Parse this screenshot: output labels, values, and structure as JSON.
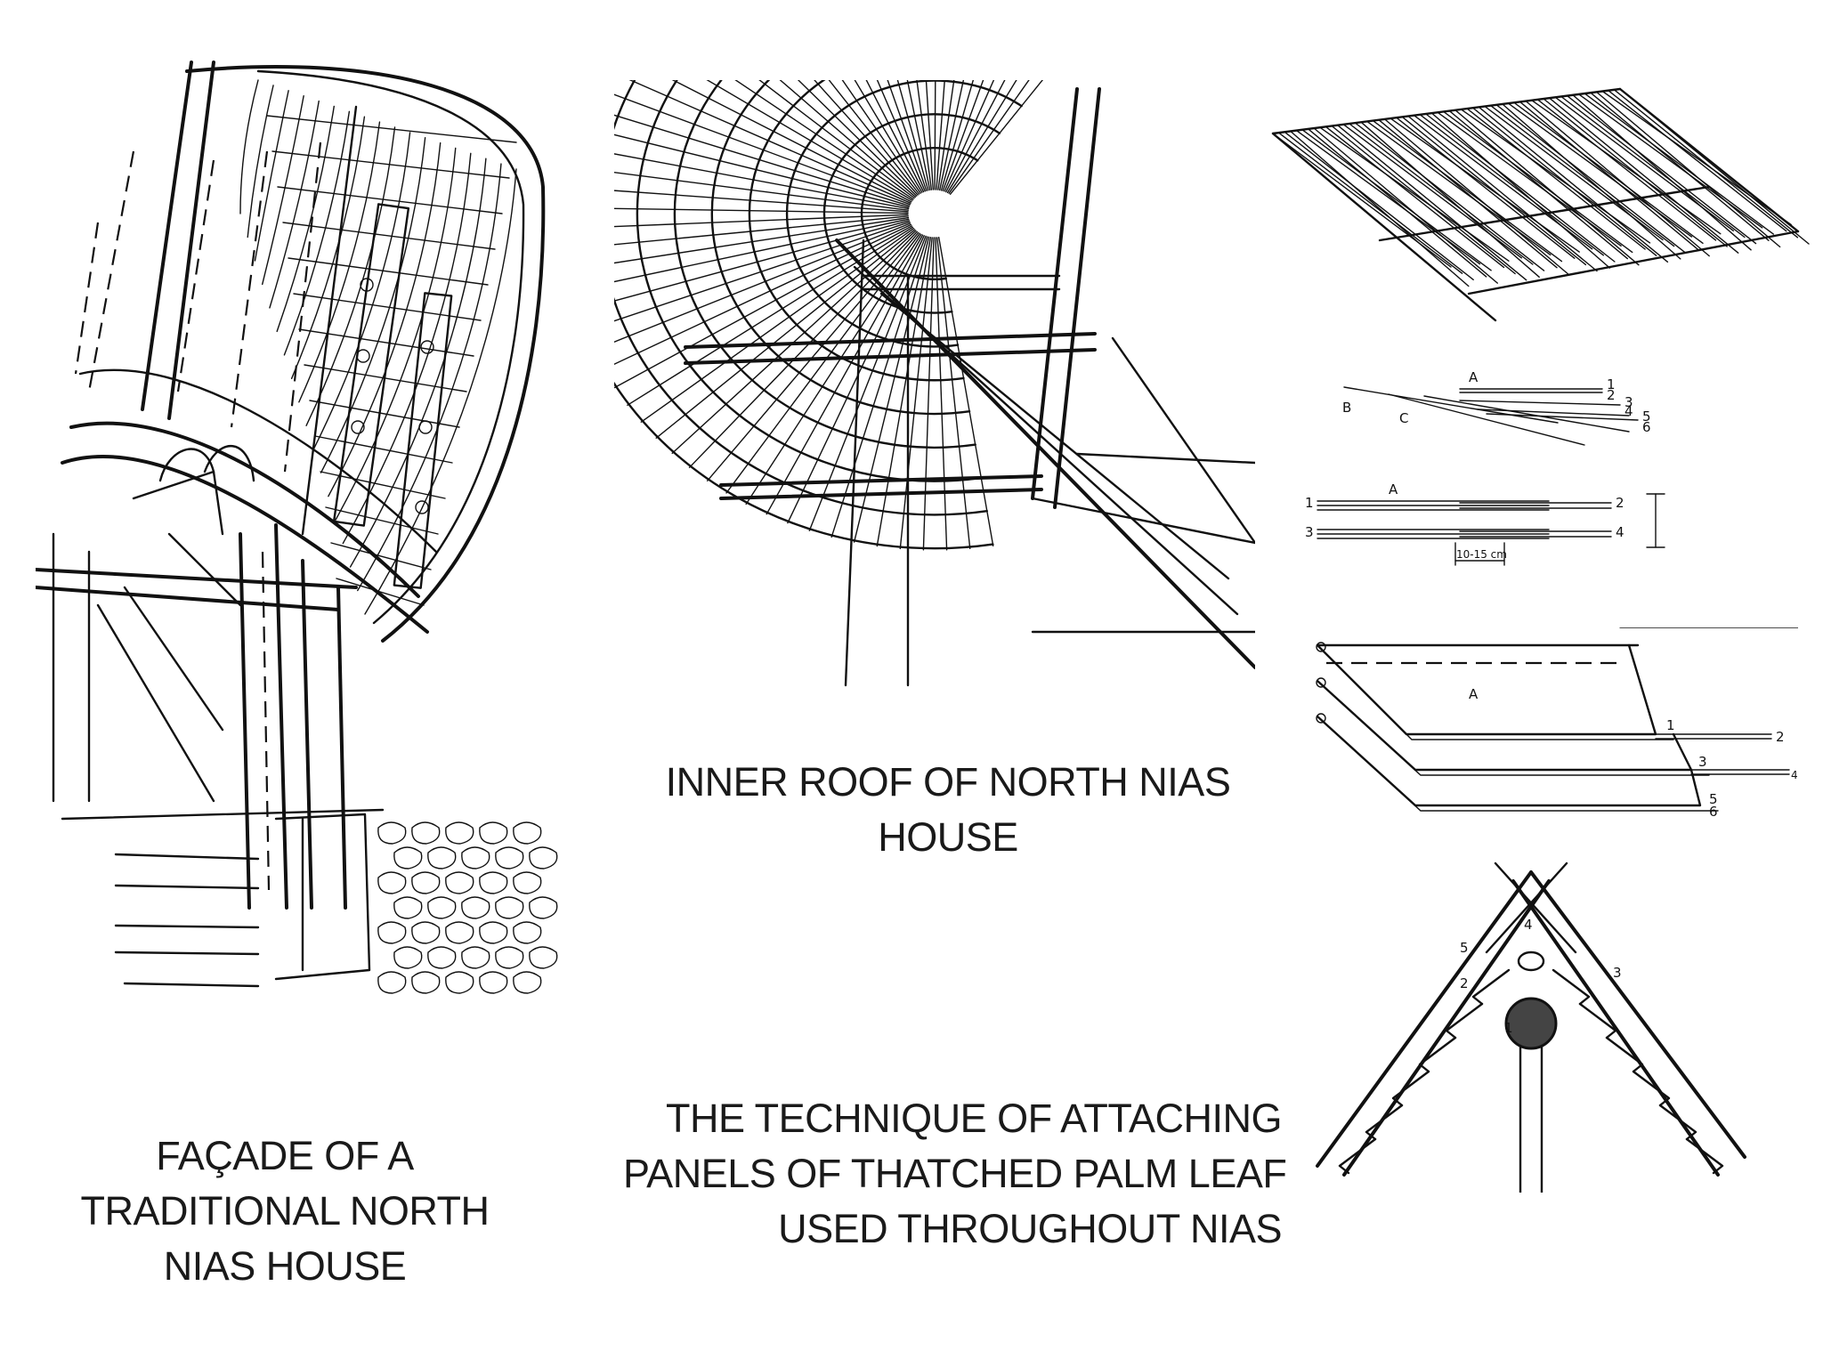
{
  "captions": {
    "facade": [
      "FAÇADE OF A",
      "TRADITIONAL NORTH",
      "NIAS HOUSE"
    ],
    "inner_roof": [
      "INNER ROOF OF NORTH NIAS",
      "HOUSE"
    ],
    "technique": [
      "THE TECHNIQUE OF ATTACHING",
      "PANELS OF THATCHED PALM LEAF",
      "USED THROUGHOUT NIAS"
    ]
  },
  "figures": {
    "facade": {},
    "inner_roof": {},
    "thatch_panel": {},
    "layering_detail": {
      "labels": [
        "A",
        "B",
        "C",
        "1",
        "2",
        "3",
        "4",
        "5",
        "6"
      ]
    },
    "overlap_detail": {
      "labels": [
        "A",
        "1",
        "2",
        "3",
        "4",
        "10-15 cm"
      ]
    },
    "stacked_panels": {
      "labels": [
        "A",
        "1",
        "2",
        "3",
        "4",
        "5",
        "6"
      ]
    },
    "ridge_section": {
      "labels": [
        "1",
        "2",
        "3",
        "4",
        "5"
      ]
    }
  }
}
